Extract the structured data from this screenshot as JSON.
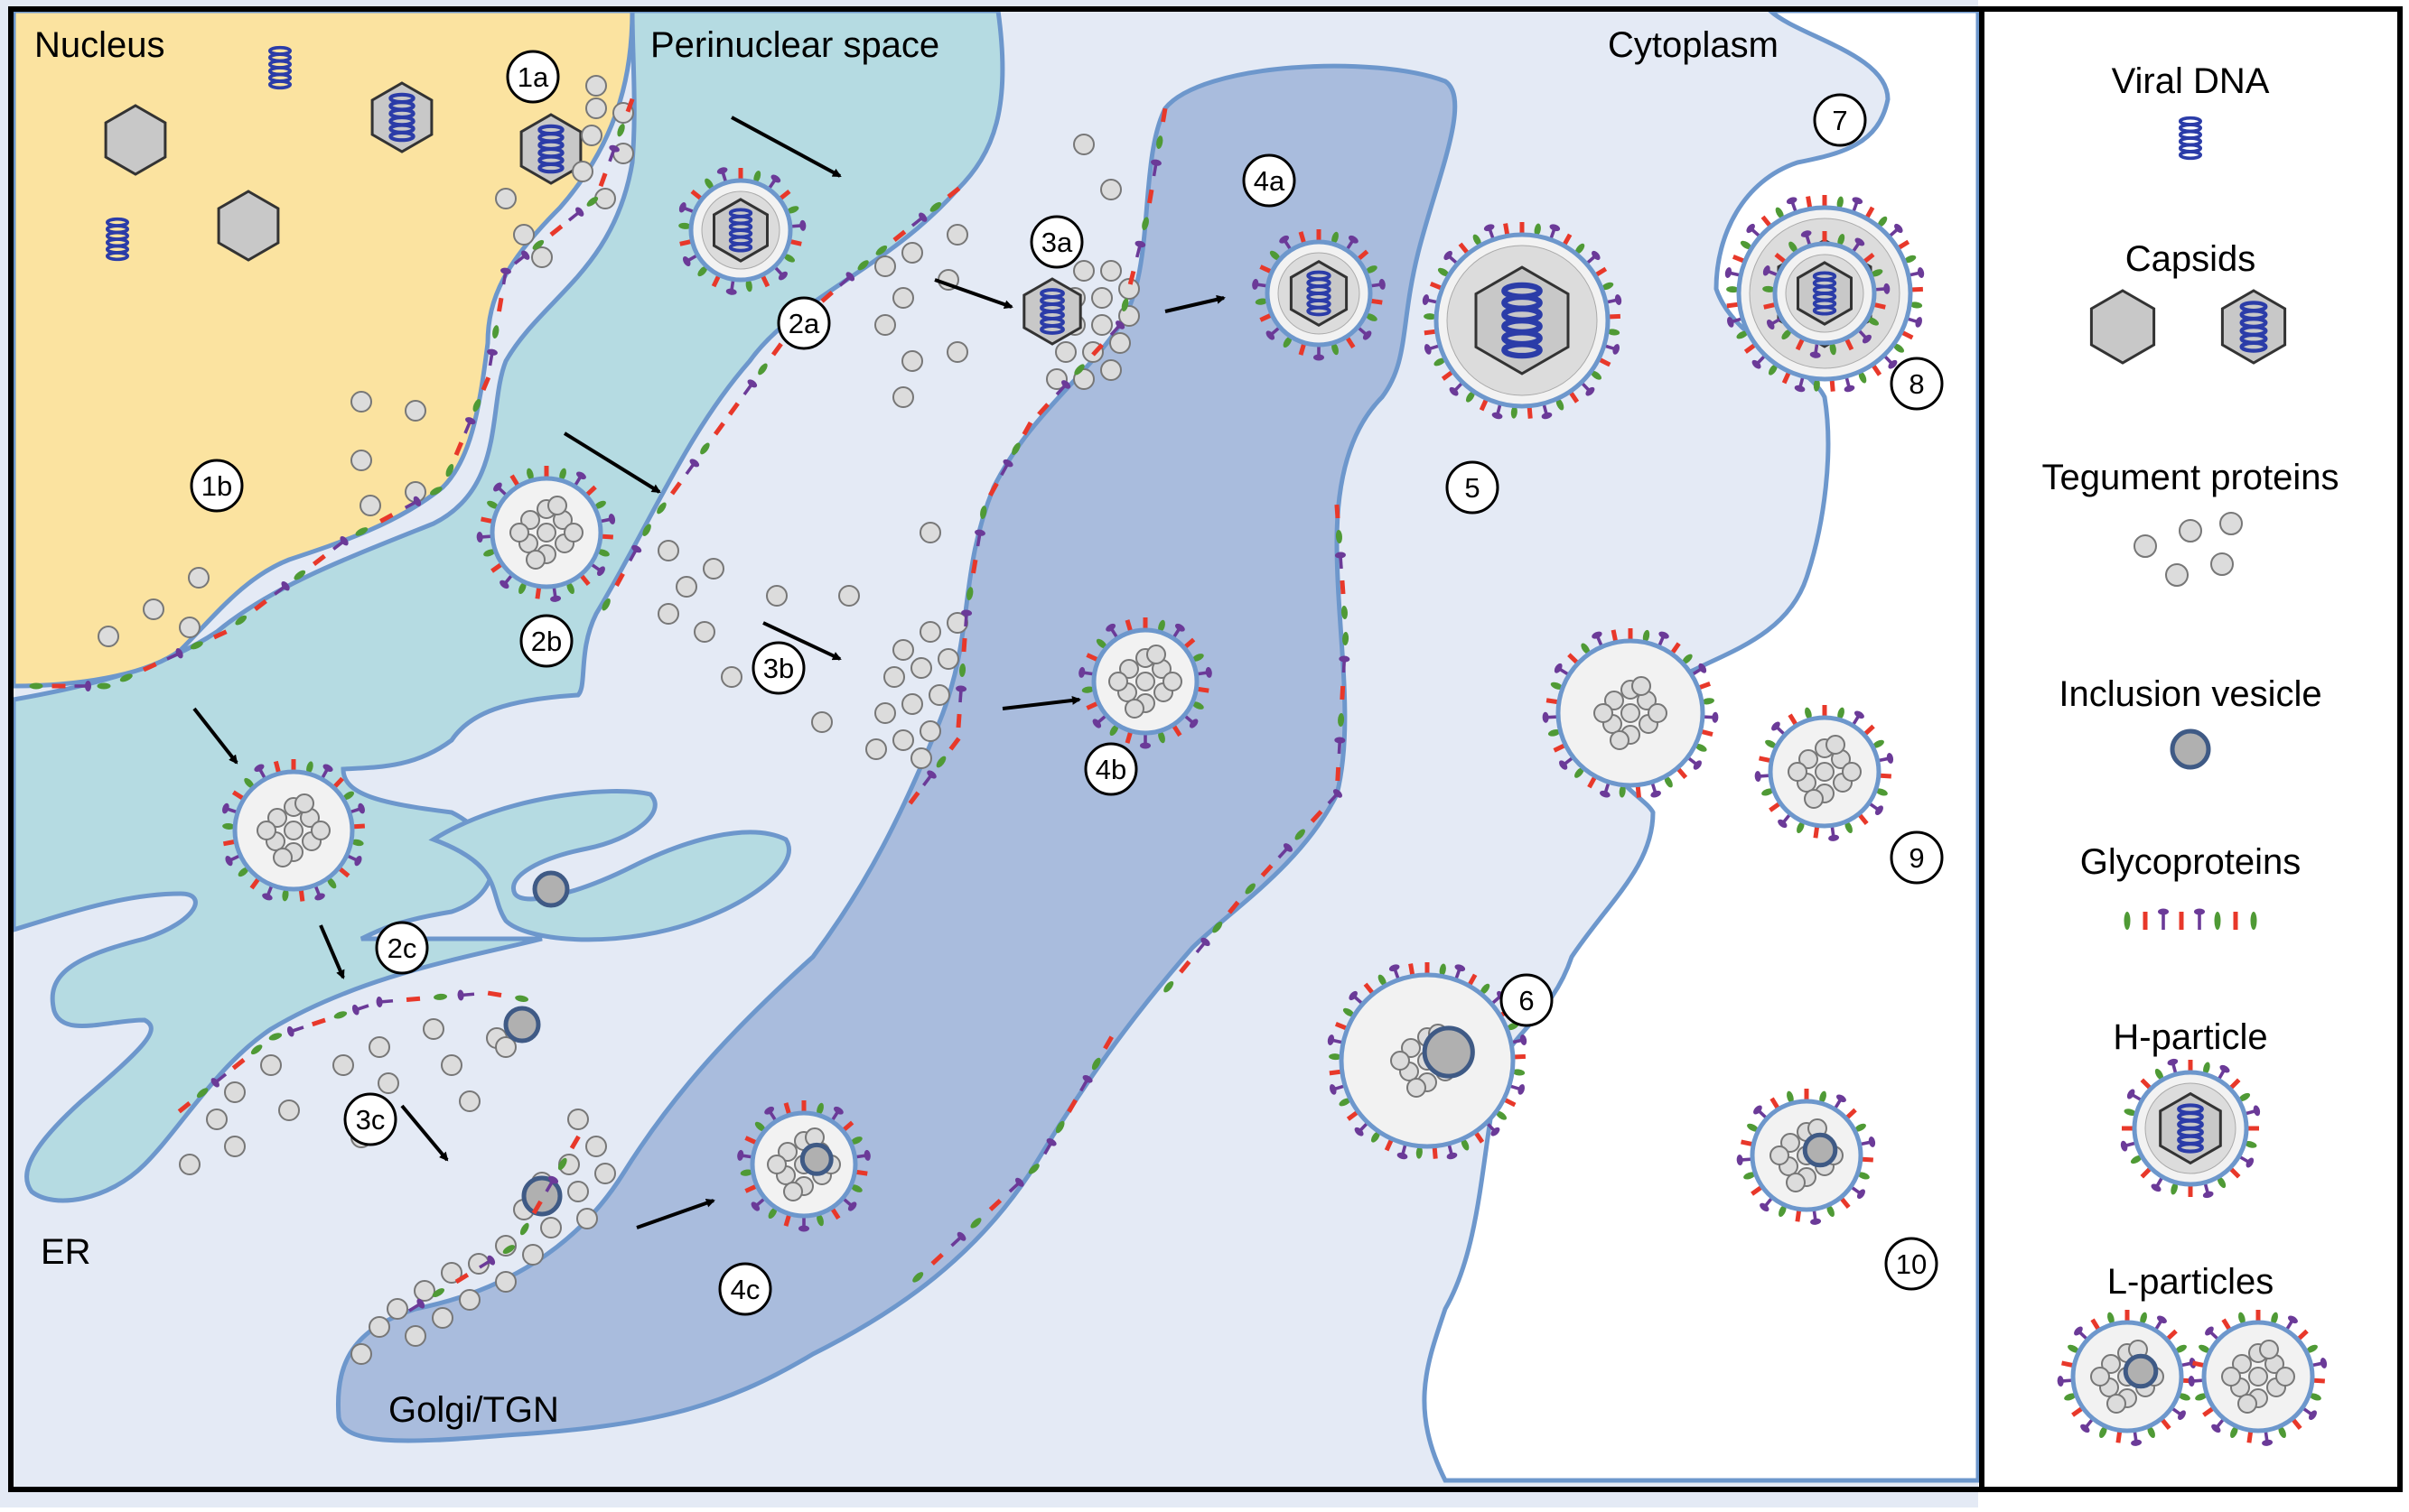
{
  "regions": {
    "nucleus": "Nucleus",
    "perinuclear": "Perinuclear space",
    "cytoplasm": "Cytoplasm",
    "er": "ER",
    "golgi": "Golgi/TGN"
  },
  "steps": {
    "s1a": "1a",
    "s1b": "1b",
    "s2a": "2a",
    "s2b": "2b",
    "s2c": "2c",
    "s3a": "3a",
    "s3b": "3b",
    "s3c": "3c",
    "s4a": "4a",
    "s4b": "4b",
    "s4c": "4c",
    "s5": "5",
    "s6": "6",
    "s7": "7",
    "s8": "8",
    "s9": "9",
    "s10": "10"
  },
  "legend": {
    "viral_dna": "Viral DNA",
    "capsids": "Capsids",
    "tegument": "Tegument proteins",
    "inclusion": "Inclusion vesicle",
    "glyco": "Glycoproteins",
    "h_particle": "H-particle",
    "l_particles": "L-particles"
  },
  "colors": {
    "nucleus": "#fbe3a0",
    "perinuclear": "#b5dbe2",
    "cytoplasm": "#e4eaf5",
    "golgi": "#a9bcdd",
    "membrane": "#6d97cc",
    "glyco_red": "#e8382a",
    "glyco_green": "#4f9a35",
    "glyco_purple": "#6b3a98",
    "dna_blue": "#2b3ca8",
    "capsid_gray": "#c8c8c8"
  }
}
